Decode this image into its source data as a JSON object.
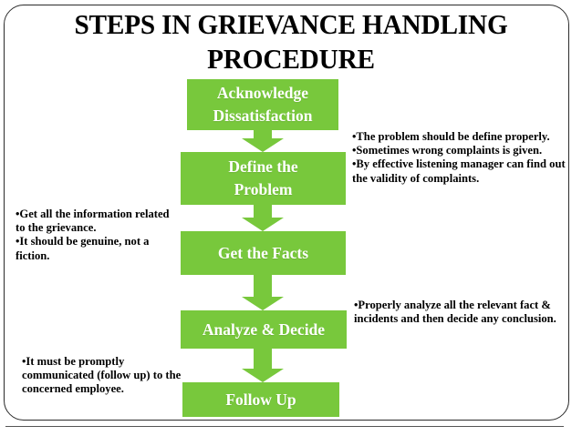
{
  "slide": {
    "title": "STEPS IN GRIEVANCE HANDLING PROCEDURE",
    "accent_color": "#78c83c",
    "text_color": "#000000",
    "box_text_color": "#ffffff",
    "frame_border_color": "#2b2b2b",
    "background": "#ffffff"
  },
  "flow": {
    "steps": [
      {
        "id": "acknowledge",
        "label": "Acknowledge\nDissatisfaction"
      },
      {
        "id": "define",
        "label": "Define the\nProblem"
      },
      {
        "id": "facts",
        "label": "Get the Facts"
      },
      {
        "id": "analyze",
        "label": "Analyze & Decide"
      },
      {
        "id": "followup",
        "label": "Follow Up"
      }
    ],
    "connectors": [
      {
        "id": "arrow-1",
        "from": "acknowledge",
        "to": "define",
        "direction": "down"
      },
      {
        "id": "arrow-2",
        "from": "define",
        "to": "facts",
        "direction": "down"
      },
      {
        "id": "arrow-3",
        "from": "facts",
        "to": "analyze",
        "direction": "down"
      },
      {
        "id": "arrow-4",
        "from": "analyze",
        "to": "followup",
        "direction": "down"
      }
    ]
  },
  "notes": {
    "define": "•The problem should be define properly.\n•Sometimes wrong complaints is given.\n•By effective listening manager can find out the validity of complaints.",
    "facts": "•Get all the information related to the grievance.\n•It should be genuine, not a fiction.",
    "analyze": "•Properly analyze all the relevant fact & incidents and then decide any conclusion.",
    "followup": "•It must be promptly communicated (follow up) to the concerned employee."
  }
}
